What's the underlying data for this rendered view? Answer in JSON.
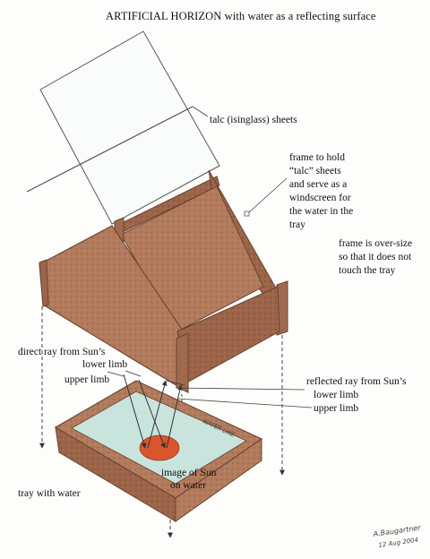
{
  "title": "ARTIFICIAL HORIZON with water as a reflecting surface",
  "labels": {
    "talc_sheets": "talc (isinglass) sheets",
    "frame_line1": "frame to hold",
    "frame_line2": "“talc” sheets",
    "frame_line3": "and serve as a",
    "frame_line4": "windscreen for",
    "frame_line5": "the water in the",
    "frame_line6": "tray",
    "oversize_line1": "frame is over-size",
    "oversize_line2": "so that it does not",
    "oversize_line3": "touch the tray",
    "direct_ray_line1": "direct ray from Sun’s",
    "direct_ray_line2": "lower limb",
    "direct_upper_limb": "upper limb",
    "reflected_ray_line1": "reflected ray from Sun’s",
    "reflected_ray_line2": "lower limb",
    "reflected_upper_limb": "upper limb",
    "water_line": "WATER LINE",
    "image_line1": "image of Sun",
    "image_line2": "on water",
    "tray_label": "tray with water"
  },
  "signature": {
    "name": "A.Baugartner",
    "date": "12 Aug 2004"
  },
  "colors": {
    "wood": "#b07a5c",
    "wood_dark": "#8a5a40",
    "water": "#c9e3dd",
    "sun": "#d9552e",
    "line": "#333333"
  }
}
